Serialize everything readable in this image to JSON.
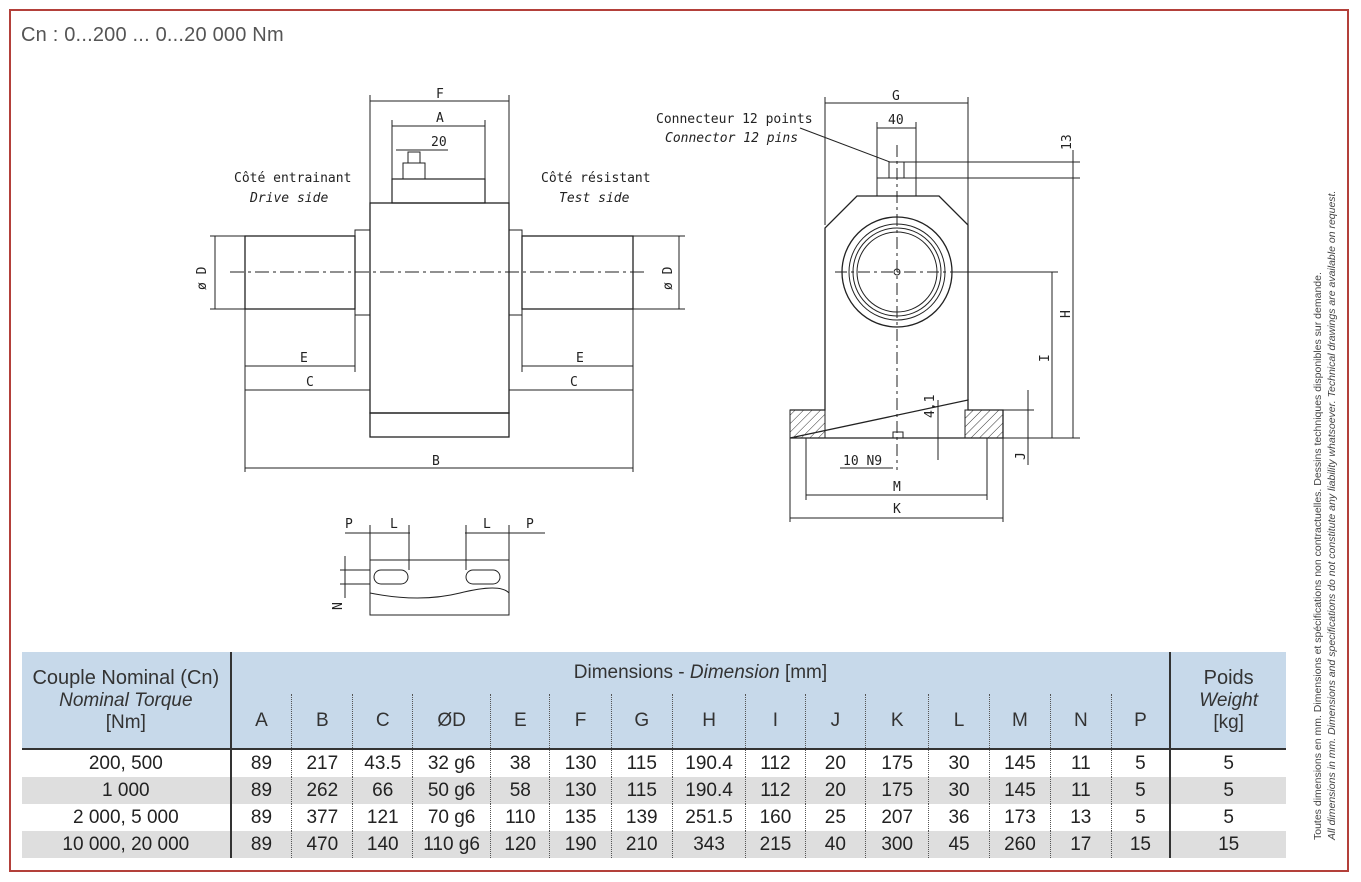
{
  "range_text": "Cn : 0...200 ... 0...20 000 Nm",
  "drawing": {
    "connector_fr": "Connecteur 12 points",
    "connector_en": "Connector 12 pins",
    "drive_fr": "Côté entrainant",
    "drive_en": "Drive side",
    "test_fr": "Côté résistant",
    "test_en": "Test side",
    "dims": {
      "A": "A",
      "B": "B",
      "C": "C",
      "E": "E",
      "F": "F",
      "G": "G",
      "H": "H",
      "I": "I",
      "J": "J",
      "K": "K",
      "L": "L",
      "M": "M",
      "N": "N",
      "P": "P",
      "D": "ø D",
      "d20": "20",
      "d40": "40",
      "d13": "13",
      "d41": "4,1",
      "key": "10 N9"
    }
  },
  "side_note": {
    "fr": "Toutes dimensions en mm. Dimensions et spécifications non contractuelles. Dessins techniques disponibles sur demande.",
    "en": "All dimensions in mm. Dimensions and specifications do not constitute any liability whatsoever. Technical drawings are available on request."
  },
  "table": {
    "col1": {
      "fr": "Couple Nominal (Cn)",
      "en": "Nominal Torque",
      "unit": "[Nm]"
    },
    "dim_header": {
      "fr": "Dimensions - ",
      "en": "Dimension",
      "unit": " [mm]"
    },
    "weight": {
      "fr": "Poids",
      "en": "Weight",
      "unit": "[kg]"
    },
    "columns": [
      "A",
      "B",
      "C",
      "ØD",
      "E",
      "F",
      "G",
      "H",
      "I",
      "J",
      "K",
      "L",
      "M",
      "N",
      "P"
    ],
    "rows": [
      {
        "torque": "200, 500",
        "values": [
          "89",
          "217",
          "43.5",
          "32 g6",
          "38",
          "130",
          "115",
          "190.4",
          "112",
          "20",
          "175",
          "30",
          "145",
          "11",
          "5"
        ],
        "weight": "5"
      },
      {
        "torque": "1 000",
        "values": [
          "89",
          "262",
          "66",
          "50 g6",
          "58",
          "130",
          "115",
          "190.4",
          "112",
          "20",
          "175",
          "30",
          "145",
          "11",
          "5"
        ],
        "weight": "5"
      },
      {
        "torque": "2 000, 5 000",
        "values": [
          "89",
          "377",
          "121",
          "70 g6",
          "110",
          "135",
          "139",
          "251.5",
          "160",
          "25",
          "207",
          "36",
          "173",
          "13",
          "5"
        ],
        "weight": "5"
      },
      {
        "torque": "10 000, 20 000",
        "values": [
          "89",
          "470",
          "140",
          "110 g6",
          "120",
          "190",
          "210",
          "343",
          "215",
          "40",
          "300",
          "45",
          "260",
          "17",
          "15"
        ],
        "weight": "15"
      }
    ]
  }
}
